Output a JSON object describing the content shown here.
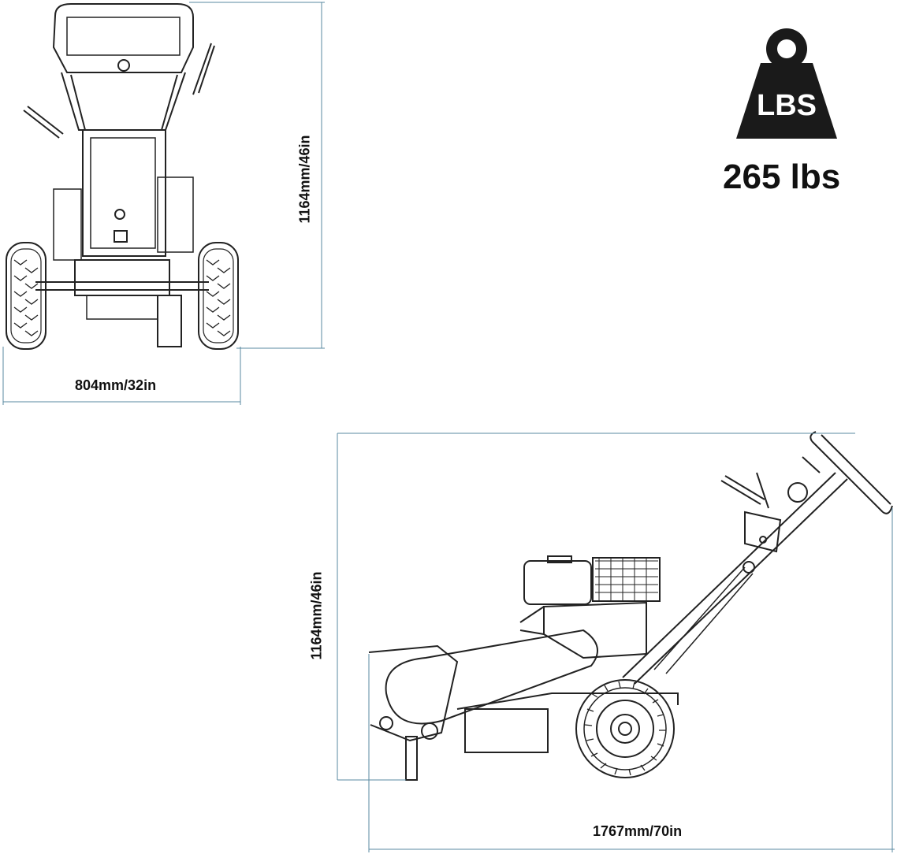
{
  "front_view": {
    "height_dimension": "1164mm/46in",
    "width_dimension": "804mm/32in"
  },
  "side_view": {
    "height_dimension": "1164mm/46in",
    "length_dimension": "1767mm/70in"
  },
  "weight": {
    "icon_text": "LBS",
    "value": "265 lbs",
    "icon": "weight-icon"
  },
  "colors": {
    "dimension_line": "#5a8aa0",
    "drawing": "#222222",
    "weight_icon": "#1a1a1a"
  }
}
